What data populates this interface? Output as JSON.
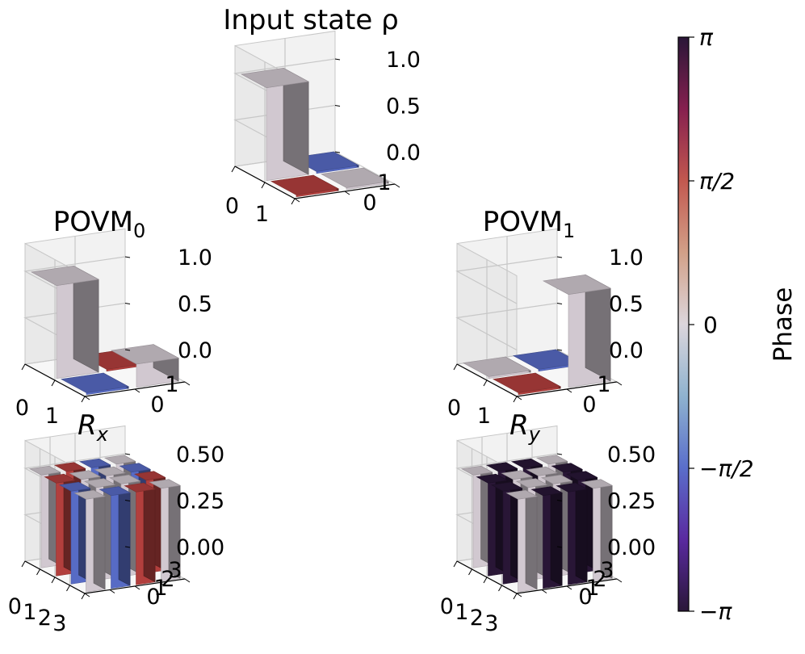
{
  "colors": {
    "phase_0": "#d7ced6",
    "phase_pi_half": "#b8413f",
    "phase_minus_pi_half": "#5a6ecb",
    "phase_pi": "#2a1738",
    "pane": "#f2f2f2",
    "grid": "#c7c7c7"
  },
  "chart_data": [
    {
      "type": "bar3d",
      "title": "Input state ρ",
      "ticks_a": [
        "0",
        "1"
      ],
      "ticks_b": [
        "0",
        "1"
      ],
      "zticks": [
        "0.0",
        "0.5",
        "1.0"
      ],
      "zlim": [
        0,
        1
      ],
      "bars": [
        {
          "a": 0,
          "b": 0,
          "value": 1.0,
          "phase": 0
        },
        {
          "a": 0,
          "b": 1,
          "value": 0.02,
          "phase": -1.5708
        },
        {
          "a": 1,
          "b": 0,
          "value": 0.02,
          "phase": 1.5708
        },
        {
          "a": 1,
          "b": 1,
          "value": 0.02,
          "phase": 0
        }
      ]
    },
    {
      "type": "bar3d",
      "title": "POVM",
      "title_sub": "0",
      "ticks_a": [
        "0",
        "1"
      ],
      "ticks_b": [
        "0",
        "1"
      ],
      "zticks": [
        "0.0",
        "0.5",
        "1.0"
      ],
      "zlim": [
        0,
        1
      ],
      "bars": [
        {
          "a": 0,
          "b": 0,
          "value": 1.0,
          "phase": 0
        },
        {
          "a": 0,
          "b": 1,
          "value": 0.02,
          "phase": 1.5708
        },
        {
          "a": 1,
          "b": 0,
          "value": 0.02,
          "phase": -1.5708
        },
        {
          "a": 1,
          "b": 1,
          "value": 0.25,
          "phase": 0
        }
      ]
    },
    {
      "type": "bar3d",
      "title": "POVM",
      "title_sub": "1",
      "ticks_a": [
        "0",
        "1"
      ],
      "ticks_b": [
        "0",
        "1"
      ],
      "zticks": [
        "0.0",
        "0.5",
        "1.0"
      ],
      "zlim": [
        0,
        1
      ],
      "bars": [
        {
          "a": 0,
          "b": 0,
          "value": 0.02,
          "phase": 0
        },
        {
          "a": 0,
          "b": 1,
          "value": 0.02,
          "phase": -1.5708
        },
        {
          "a": 1,
          "b": 0,
          "value": 0.02,
          "phase": 1.5708
        },
        {
          "a": 1,
          "b": 1,
          "value": 1.0,
          "phase": 0
        }
      ]
    },
    {
      "type": "bar3d",
      "title": "R",
      "title_sub": "x",
      "ticks_a": [
        "0",
        "1",
        "2",
        "3"
      ],
      "ticks_b": [
        "0",
        "1",
        "2",
        "3"
      ],
      "zticks": [
        "0.00",
        "0.25",
        "0.50"
      ],
      "zlim": [
        0,
        0.5
      ],
      "bars": [
        {
          "a": 0,
          "b": 0,
          "value": 0.5,
          "phase": 0
        },
        {
          "a": 0,
          "b": 1,
          "value": 0.5,
          "phase": 1.5708
        },
        {
          "a": 0,
          "b": 2,
          "value": 0.5,
          "phase": -1.5708
        },
        {
          "a": 0,
          "b": 3,
          "value": 0.5,
          "phase": 0
        },
        {
          "a": 1,
          "b": 0,
          "value": 0.5,
          "phase": 1.5708
        },
        {
          "a": 1,
          "b": 1,
          "value": 0.5,
          "phase": 0
        },
        {
          "a": 1,
          "b": 2,
          "value": 0.5,
          "phase": 0
        },
        {
          "a": 1,
          "b": 3,
          "value": 0.5,
          "phase": -1.5708
        },
        {
          "a": 2,
          "b": 0,
          "value": 0.5,
          "phase": -1.5708
        },
        {
          "a": 2,
          "b": 1,
          "value": 0.5,
          "phase": 0
        },
        {
          "a": 2,
          "b": 2,
          "value": 0.5,
          "phase": 0
        },
        {
          "a": 2,
          "b": 3,
          "value": 0.5,
          "phase": 1.5708
        },
        {
          "a": 3,
          "b": 0,
          "value": 0.5,
          "phase": 0
        },
        {
          "a": 3,
          "b": 1,
          "value": 0.5,
          "phase": -1.5708
        },
        {
          "a": 3,
          "b": 2,
          "value": 0.5,
          "phase": 1.5708
        },
        {
          "a": 3,
          "b": 3,
          "value": 0.5,
          "phase": 0
        }
      ]
    },
    {
      "type": "bar3d",
      "title": "R",
      "title_sub": "y",
      "ticks_a": [
        "0",
        "1",
        "2",
        "3"
      ],
      "ticks_b": [
        "0",
        "1",
        "2",
        "3"
      ],
      "zticks": [
        "0.00",
        "0.25",
        "0.50"
      ],
      "zlim": [
        0,
        0.5
      ],
      "bars": [
        {
          "a": 0,
          "b": 0,
          "value": 0.5,
          "phase": 0
        },
        {
          "a": 0,
          "b": 1,
          "value": 0.5,
          "phase": 3.1416
        },
        {
          "a": 0,
          "b": 2,
          "value": 0.5,
          "phase": 3.1416
        },
        {
          "a": 0,
          "b": 3,
          "value": 0.5,
          "phase": 0
        },
        {
          "a": 1,
          "b": 0,
          "value": 0.5,
          "phase": 3.1416
        },
        {
          "a": 1,
          "b": 1,
          "value": 0.5,
          "phase": 0
        },
        {
          "a": 1,
          "b": 2,
          "value": 0.5,
          "phase": 0
        },
        {
          "a": 1,
          "b": 3,
          "value": 0.5,
          "phase": 3.1416
        },
        {
          "a": 2,
          "b": 0,
          "value": 0.5,
          "phase": 3.1416
        },
        {
          "a": 2,
          "b": 1,
          "value": 0.5,
          "phase": 0
        },
        {
          "a": 2,
          "b": 2,
          "value": 0.5,
          "phase": 0
        },
        {
          "a": 2,
          "b": 3,
          "value": 0.5,
          "phase": 3.1416
        },
        {
          "a": 3,
          "b": 0,
          "value": 0.5,
          "phase": 0
        },
        {
          "a": 3,
          "b": 1,
          "value": 0.5,
          "phase": 3.1416
        },
        {
          "a": 3,
          "b": 2,
          "value": 0.5,
          "phase": 3.1416
        },
        {
          "a": 3,
          "b": 3,
          "value": 0.5,
          "phase": 0
        }
      ]
    }
  ],
  "colorbar": {
    "label": "Phase",
    "ticks": [
      "π",
      "π/2",
      "0",
      "−π/2",
      "−π"
    ],
    "range": [
      -3.1416,
      3.1416
    ]
  }
}
